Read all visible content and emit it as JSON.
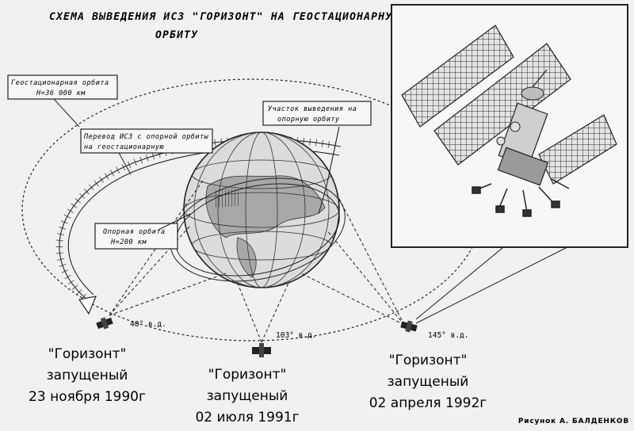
{
  "title": {
    "line1": "СХЕМА ВЫВЕДЕНИЯ ИСЗ \"ГОРИЗОНТ\" НА ГЕОСТАЦИОНАРНУЮ",
    "line2": "ОРБИТУ"
  },
  "callouts": {
    "geo_orbit": {
      "line1": "Геостационарная орбита",
      "line2": "H=36 000 км"
    },
    "transfer": {
      "line1": "Перевод ИСЗ с опорной орбиты",
      "line2": "на геостационарную"
    },
    "parking_orbit": {
      "line1": "Опорная орбита",
      "line2": "H=200 км"
    },
    "insertion": {
      "line1": "Участок выведения на",
      "line2": "опорную орбиту"
    }
  },
  "satellites": [
    {
      "degree": "40° в.д.",
      "line1": "\"Горизонт\"",
      "line2": "запущеный",
      "line3": "23 ноября 1990г"
    },
    {
      "degree": "103° в.д.",
      "line1": "\"Горизонт\"",
      "line2": "запущеный",
      "line3": "02 июля 1991г"
    },
    {
      "degree": "145° в.д.",
      "line1": "\"Горизонт\"",
      "line2": "запущеный",
      "line3": "02 апреля 1992г"
    }
  ],
  "credit": "Рисунок А. БАЛДЕНКОВ"
}
